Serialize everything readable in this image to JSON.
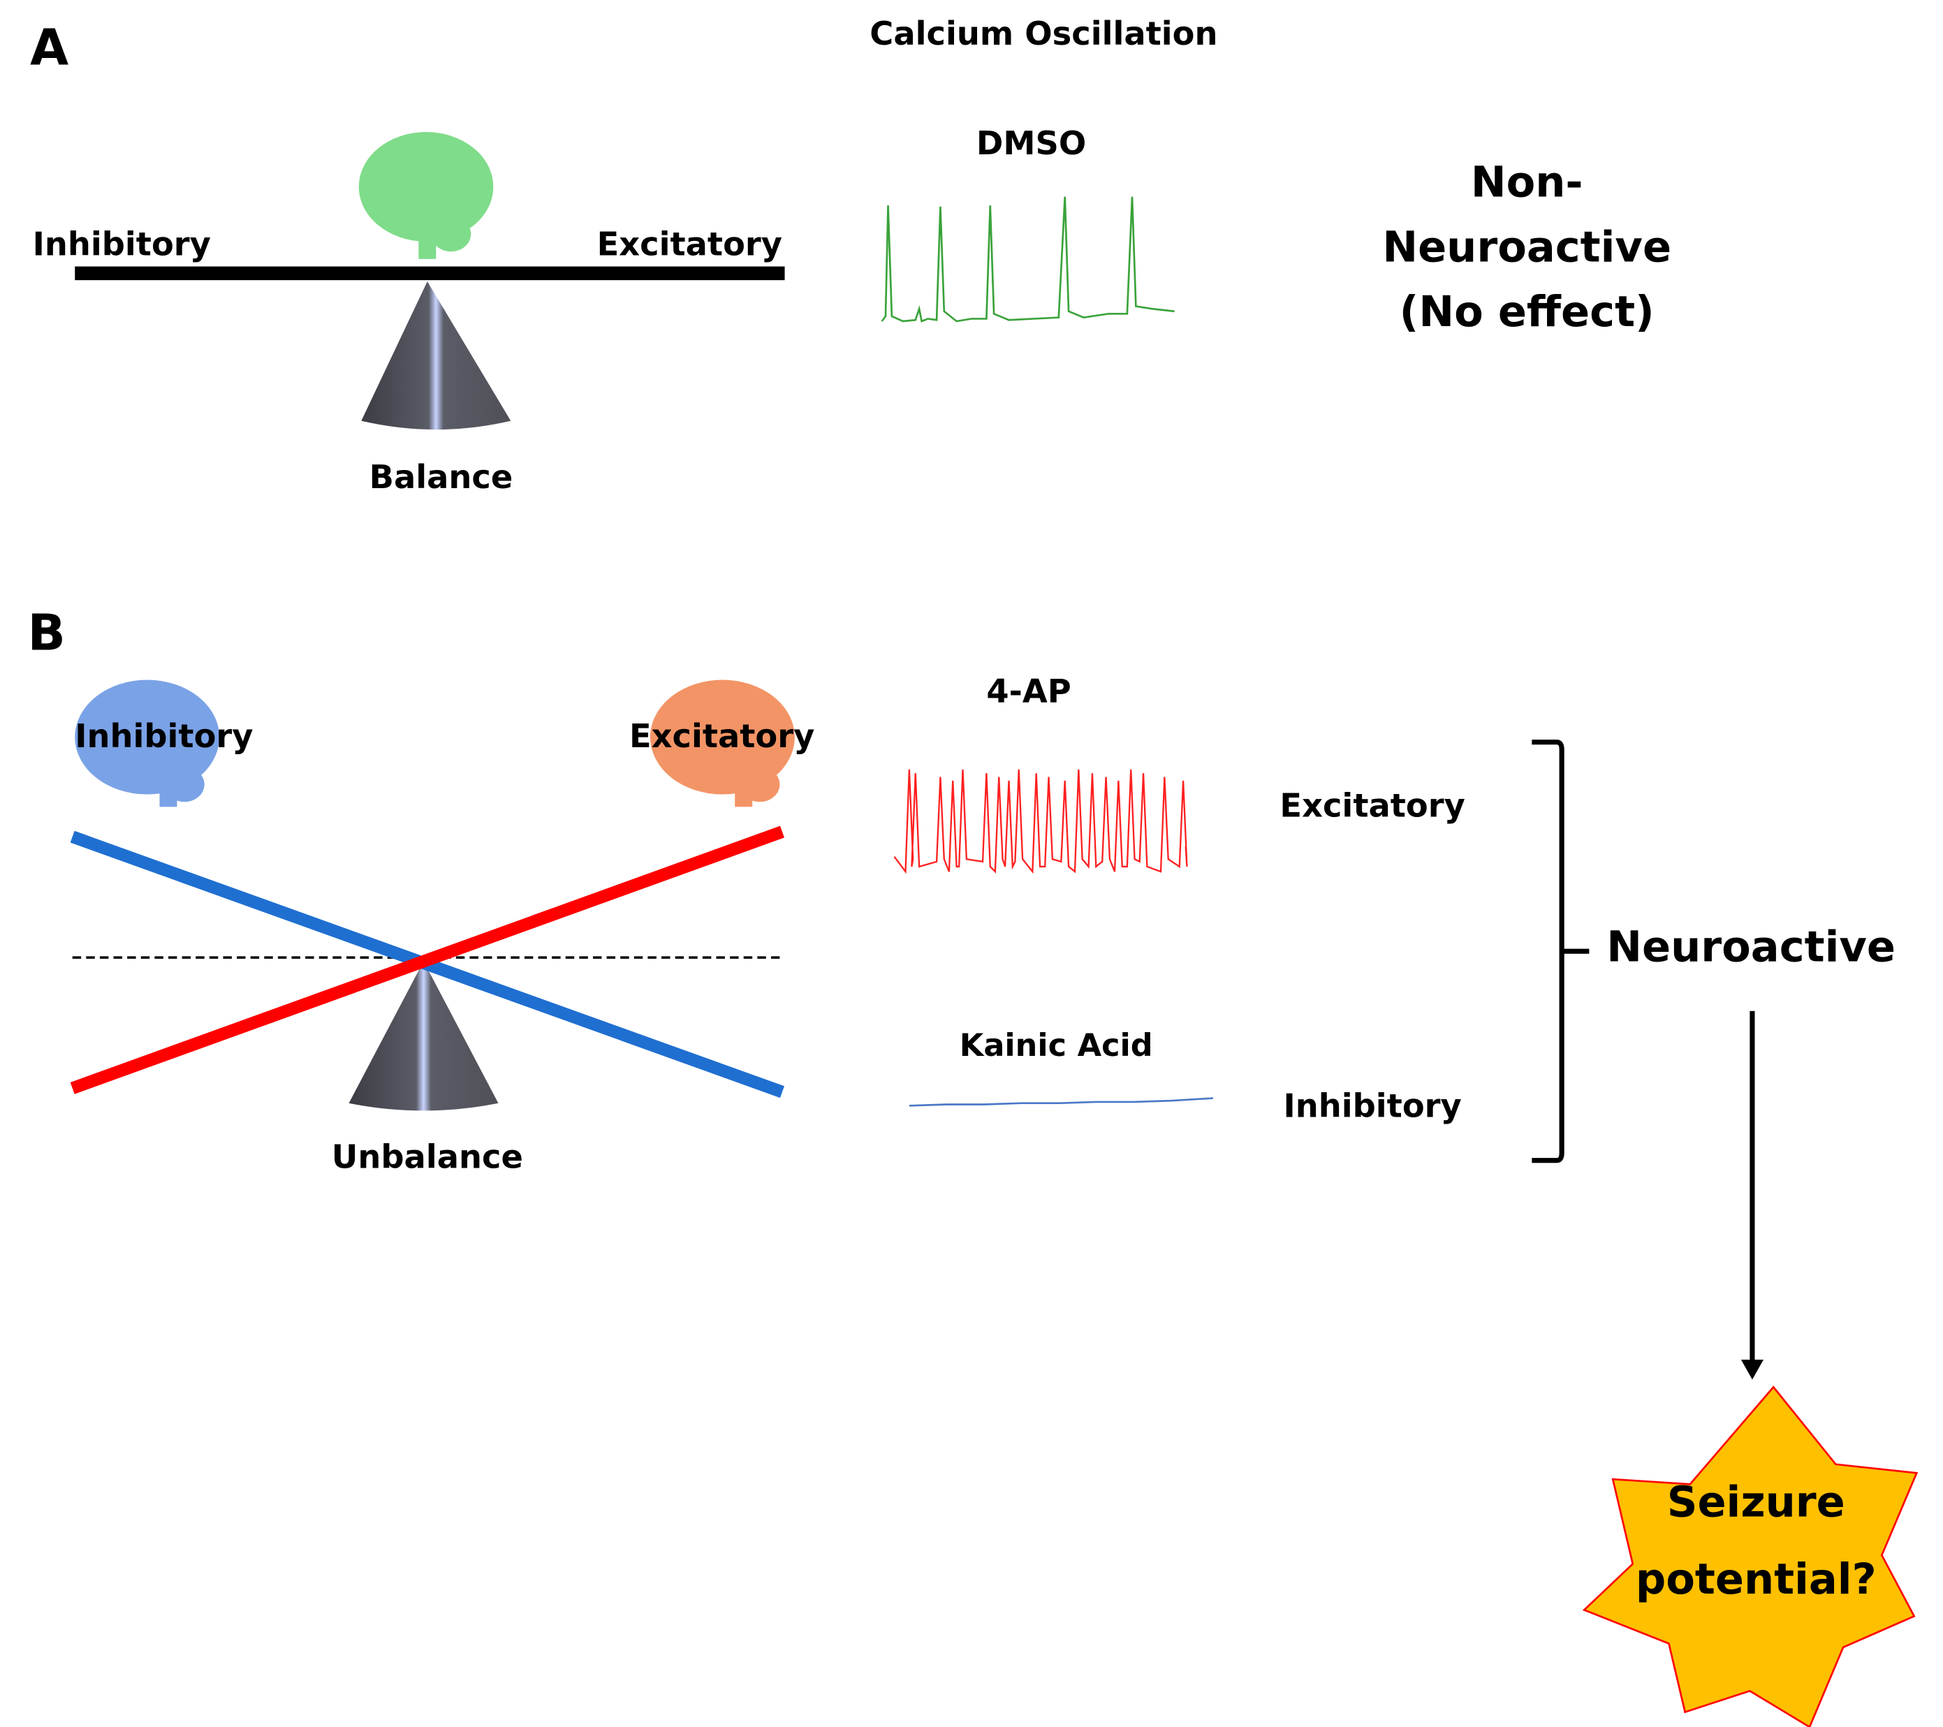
{
  "panel_a": {
    "label": "A",
    "header": "Calcium Oscillation",
    "left_label": "Inhibitory",
    "right_label": "Excitatory",
    "fulcrum_label": "Balance",
    "trace_label": "DMSO",
    "result_lines": [
      "Non-",
      "Neuroactive",
      "(No effect)"
    ],
    "brain_color": "#7fdc8a",
    "trace_color": "#3aa33a"
  },
  "panel_b": {
    "label": "B",
    "left_label": "Inhibitory",
    "right_label": "Excitatory",
    "fulcrum_label": "Unbalance",
    "trace_top_label": "4-AP",
    "trace_bottom_label": "Kainic Acid",
    "trace_top_category": "Excitatory",
    "trace_bottom_category": "Inhibitory",
    "group_label": "Neuroactive",
    "outcome_lines": [
      "Seizure",
      "potential?"
    ],
    "inhibitory_color": "#7aa2e6",
    "excitatory_color": "#f39466",
    "blue_beam_color": "#1f6fd1",
    "red_beam_color": "#ff0000",
    "trace_top_color": "#ff2020",
    "trace_bottom_color": "#4a78c8",
    "star_fill": "#ffc000",
    "star_stroke": "#ff0000"
  }
}
